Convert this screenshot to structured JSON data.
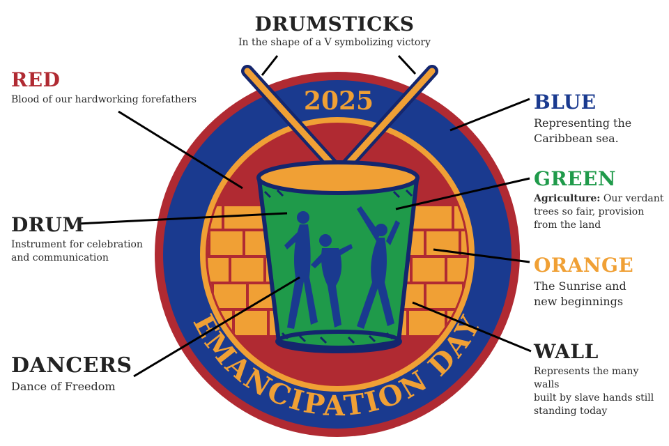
{
  "colors": {
    "red": "#b02a32",
    "blue": "#1a3a8f",
    "green": "#1f9a4a",
    "orange": "#f0a035",
    "navy": "#14266e"
  },
  "emblem": {
    "year": "2025",
    "arc_text": "EMANCIPATION DAY"
  },
  "labels": {
    "drumsticks": {
      "title": "DRUMSTICKS",
      "desc": "In the shape of a V symbolizing victory"
    },
    "red": {
      "title": "RED",
      "desc": "Blood of our hardworking forefathers"
    },
    "blue": {
      "title": "BLUE",
      "desc_line1": "Representing the",
      "desc_line2": "Caribbean sea."
    },
    "green": {
      "title": "GREEN",
      "desc_bold": "Agriculture:",
      "desc_rest": " Our verdant trees so fair, provision from the land"
    },
    "drum": {
      "title": "DRUM",
      "desc_line1": "Instrument for celebration",
      "desc_line2": "and communication"
    },
    "orange": {
      "title": "ORANGE",
      "desc_line1": "The Sunrise and",
      "desc_line2": "new beginnings"
    },
    "wall": {
      "title": "WALL",
      "desc_line1": "Represents the many walls",
      "desc_line2": "built by slave hands still",
      "desc_line3": "standing today"
    },
    "dancers": {
      "title": "DANCERS",
      "desc": "Dance of Freedom"
    }
  }
}
